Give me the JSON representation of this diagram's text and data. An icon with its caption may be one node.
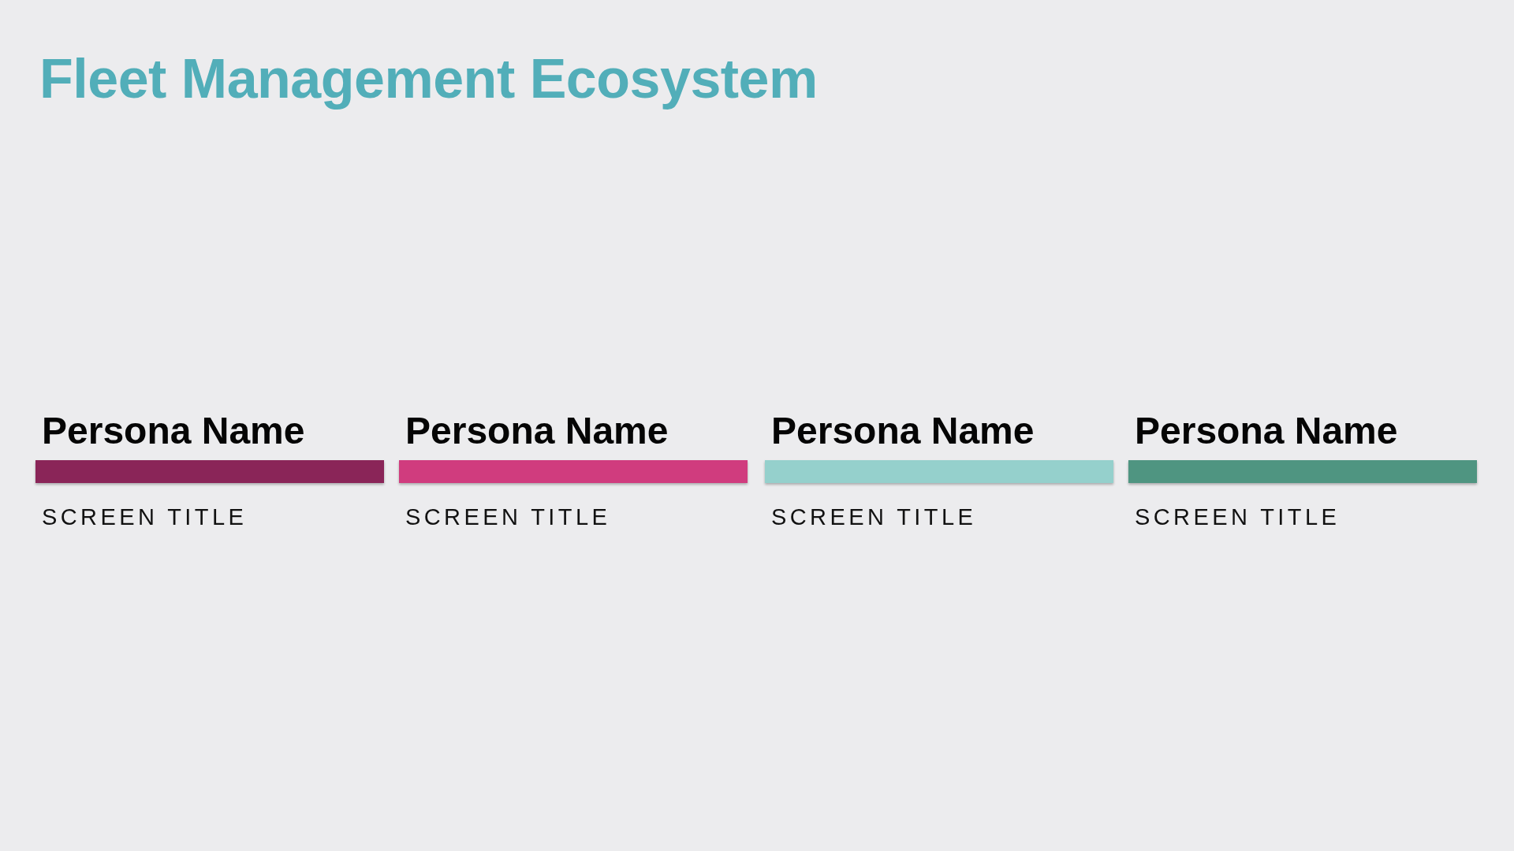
{
  "diagram": {
    "title": "Fleet Management Ecosystem",
    "nodes": [
      {
        "text": [
          "Persona Name"
        ],
        "beside": [
          "SCREEN TITLE"
        ]
      },
      {
        "text": [
          "Persona Name"
        ],
        "beside": [
          "SCREEN TITLE"
        ]
      },
      {
        "text": [
          "Persona Name"
        ],
        "beside": [
          "SCREEN TITLE"
        ]
      },
      {
        "text": [
          "Persona Name"
        ],
        "beside": [
          "SCREEN TITLE"
        ]
      }
    ]
  }
}
